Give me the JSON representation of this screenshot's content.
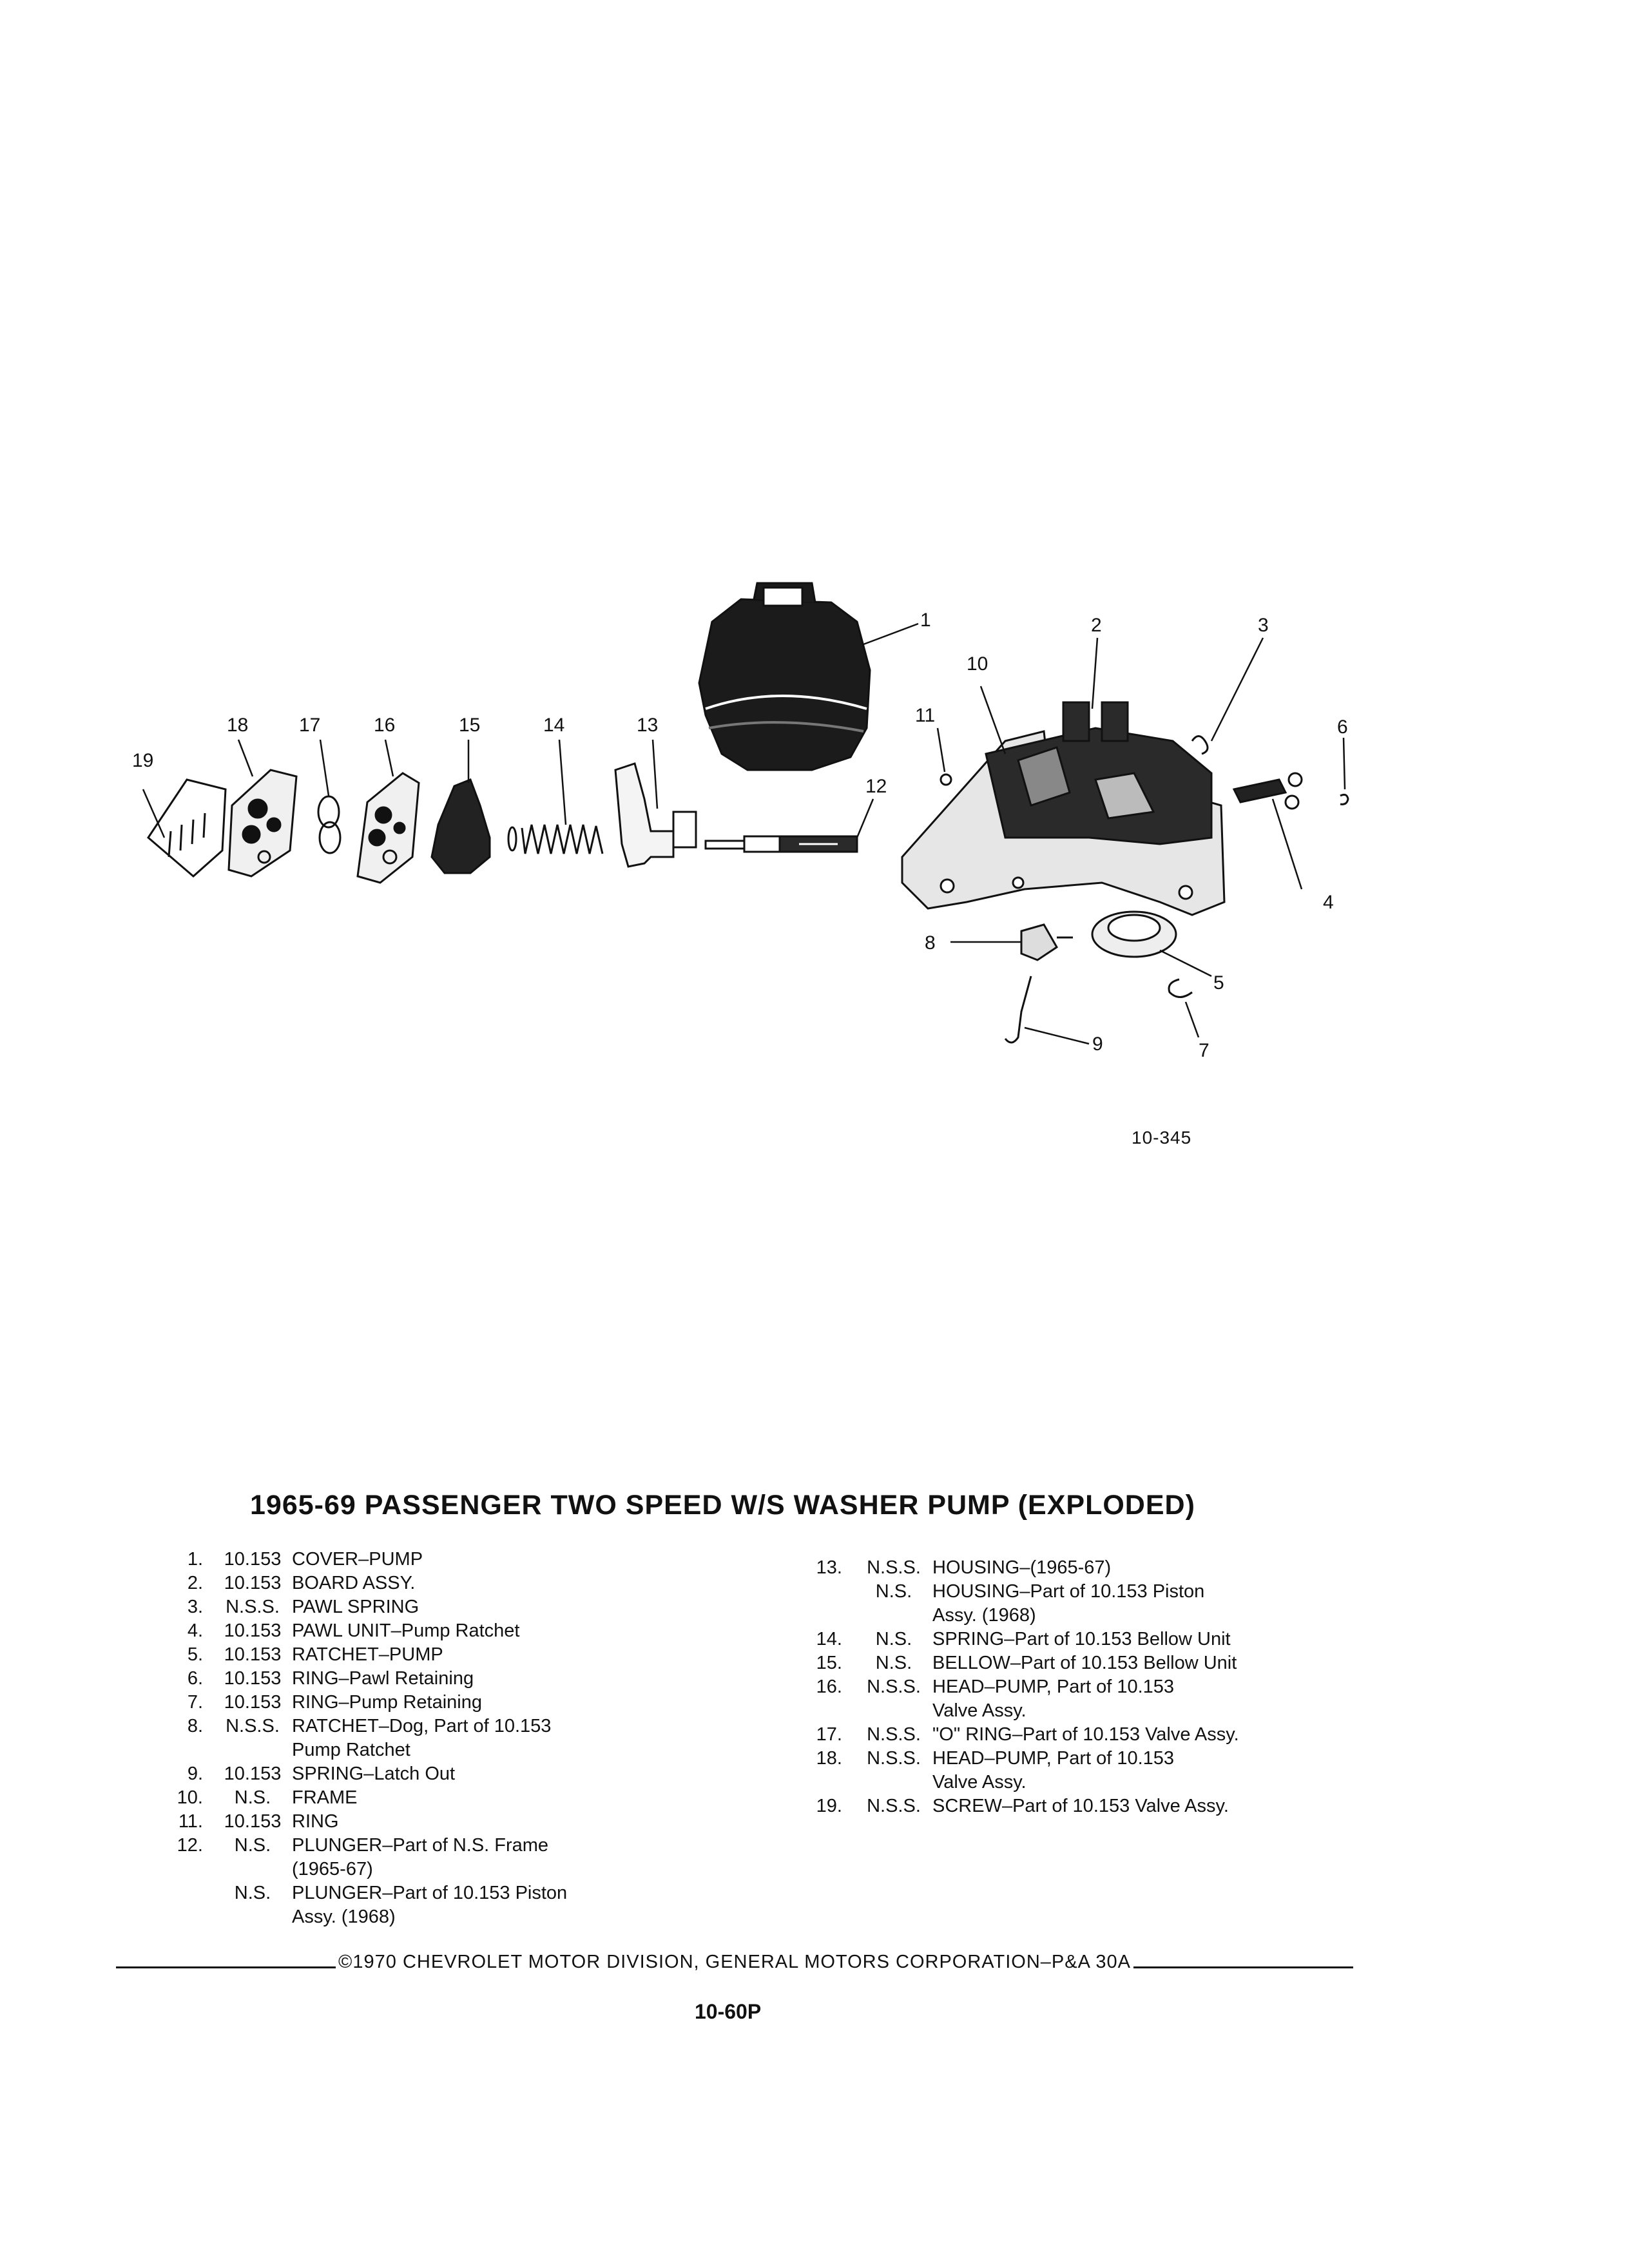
{
  "callouts": [
    "1",
    "2",
    "3",
    "4",
    "5",
    "6",
    "7",
    "8",
    "9",
    "10",
    "11",
    "12",
    "13",
    "14",
    "15",
    "16",
    "17",
    "18",
    "19"
  ],
  "figure_code": "10-345",
  "title": "1965-69 PASSENGER TWO SPEED W/S WASHER PUMP (EXPLODED)",
  "parts_left": [
    {
      "num": "1.",
      "code": "10.153",
      "desc": "COVER–PUMP"
    },
    {
      "num": "2.",
      "code": "10.153",
      "desc": "BOARD ASSY."
    },
    {
      "num": "3.",
      "code": "N.S.S.",
      "desc": "PAWL SPRING"
    },
    {
      "num": "4.",
      "code": "10.153",
      "desc": "PAWL UNIT–Pump Ratchet"
    },
    {
      "num": "5.",
      "code": "10.153",
      "desc": "RATCHET–PUMP"
    },
    {
      "num": "6.",
      "code": "10.153",
      "desc": "RING–Pawl Retaining"
    },
    {
      "num": "7.",
      "code": "10.153",
      "desc": "RING–Pump Retaining"
    },
    {
      "num": "8.",
      "code": "N.S.S.",
      "desc": "RATCHET–Dog, Part of 10.153"
    },
    {
      "num": "",
      "code": "",
      "desc": "Pump Ratchet"
    },
    {
      "num": "9.",
      "code": "10.153",
      "desc": "SPRING–Latch Out"
    },
    {
      "num": "10.",
      "code": "N.S.",
      "desc": "FRAME"
    },
    {
      "num": "11.",
      "code": "10.153",
      "desc": "RING"
    },
    {
      "num": "12.",
      "code": "N.S.",
      "desc": "PLUNGER–Part of N.S. Frame"
    },
    {
      "num": "",
      "code": "",
      "desc": "(1965-67)"
    },
    {
      "num": "",
      "code": "N.S.",
      "desc": "PLUNGER–Part of 10.153 Piston"
    },
    {
      "num": "",
      "code": "",
      "desc": "Assy. (1968)"
    }
  ],
  "parts_right": [
    {
      "num": "13.",
      "code": "N.S.S.",
      "desc": "HOUSING–(1965-67)"
    },
    {
      "num": "",
      "code": "N.S.",
      "desc": "HOUSING–Part of 10.153 Piston"
    },
    {
      "num": "",
      "code": "",
      "desc": "Assy. (1968)"
    },
    {
      "num": "14.",
      "code": "N.S.",
      "desc": "SPRING–Part of 10.153 Bellow Unit"
    },
    {
      "num": "15.",
      "code": "N.S.",
      "desc": "BELLOW–Part of 10.153 Bellow Unit"
    },
    {
      "num": "16.",
      "code": "N.S.S.",
      "desc": "HEAD–PUMP, Part of 10.153"
    },
    {
      "num": "",
      "code": "",
      "desc": "Valve Assy."
    },
    {
      "num": "17.",
      "code": "N.S.S.",
      "desc": "\"O\" RING–Part of 10.153 Valve Assy."
    },
    {
      "num": "18.",
      "code": "N.S.S.",
      "desc": "HEAD–PUMP, Part of 10.153"
    },
    {
      "num": "",
      "code": "",
      "desc": "Valve Assy."
    },
    {
      "num": "19.",
      "code": "N.S.S.",
      "desc": "SCREW–Part of 10.153 Valve Assy."
    }
  ],
  "footer": "©1970 CHEVROLET MOTOR DIVISION, GENERAL MOTORS CORPORATION–P&A 30A",
  "page_number": "10-60P"
}
